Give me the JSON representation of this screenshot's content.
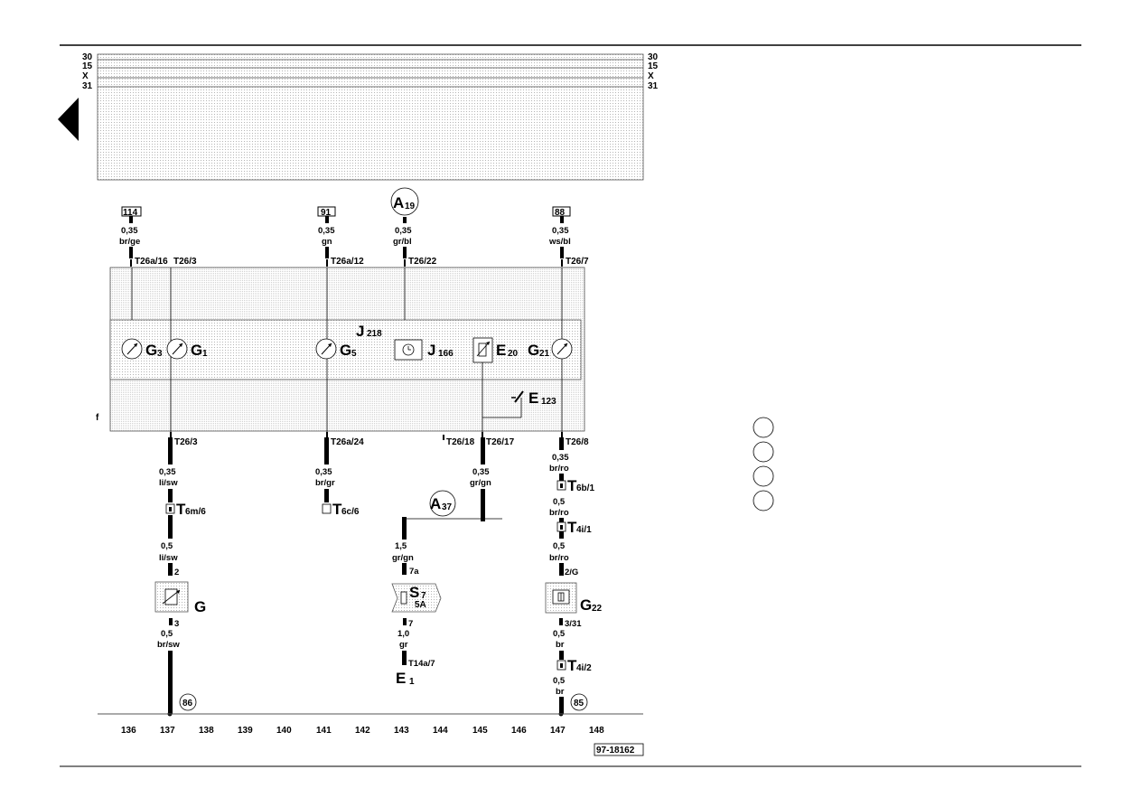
{
  "rails": {
    "left": [
      "30",
      "15",
      "X",
      "31"
    ],
    "right": [
      "30",
      "15",
      "X",
      "31"
    ]
  },
  "ref_boxes": {
    "r114": "114",
    "r91": "91",
    "r88": "88",
    "a19_letter": "A",
    "a19_sub": "19",
    "a37_letter": "A",
    "a37_sub": "37",
    "n86": "86",
    "n85": "85"
  },
  "top_wires": {
    "w1_size": "0,35",
    "w1_color": "br/ge",
    "w2_size": "0,35",
    "w2_color": "gn",
    "w3_size": "0,35",
    "w3_color": "gr/bl",
    "w4_size": "0,35",
    "w4_color": "ws/bl"
  },
  "top_pins": {
    "p1": "T26a/16",
    "p2": "T26/3",
    "p3": "T26a/12",
    "p4": "T26/22",
    "p5": "T26/7"
  },
  "components": {
    "j218_letter": "J",
    "j218_sub": "218",
    "g3_letter": "G",
    "g3_sub": "3",
    "g1_letter": "G",
    "g1_sub": "1",
    "g5_letter": "G",
    "g5_sub": "5",
    "j166_letter": "J",
    "j166_sub": "166",
    "e20_letter": "E",
    "e20_sub": "20",
    "g21_letter": "G",
    "g21_sub": "21",
    "e123_letter": "E",
    "e123_sub": "123",
    "f_label": "f",
    "g_letter": "G",
    "g22_letter": "G",
    "g22_sub": "22",
    "s7_letter": "S",
    "s7_sub": "7",
    "s7_rating": "5A",
    "e1_letter": "E",
    "e1_sub": "1"
  },
  "bottom_pins": {
    "p1": "T26/3",
    "p2": "T26a/24",
    "p3": "T26/18",
    "p4": "T26/17",
    "p5": "T26/8"
  },
  "left_branch": {
    "size1": "0,35",
    "color1": "li/sw",
    "conn1_letter": "T",
    "conn1_sub": "6m/6",
    "size2": "0,5",
    "color2": "li/sw",
    "pin_top": "2",
    "pin_bottom": "3",
    "size3": "0,5",
    "color3": "br/sw"
  },
  "mid_branch": {
    "size1": "0,35",
    "color1": "br/gr",
    "conn1_letter": "T",
    "conn1_sub": "6c/6"
  },
  "fuse_branch": {
    "size1": "0,35",
    "color1": "gr/gn",
    "size2": "1,5",
    "color2": "gr/gn",
    "pin_top": "7a",
    "pin_bottom": "7",
    "size3": "1,0",
    "color3": "gr",
    "conn": "T14a/7"
  },
  "right_branch": {
    "size1": "0,35",
    "color1": "br/ro",
    "conn1_letter": "T",
    "conn1_sub": "6b/1",
    "size2": "0,5",
    "color2": "br/ro",
    "conn2_letter": "T",
    "conn2_sub": "4i/1",
    "size3": "0,5",
    "color3": "br/ro",
    "pin_top": "2/G",
    "pin_bottom": "3/31",
    "size4": "0,5",
    "color4": "br",
    "conn3_letter": "T",
    "conn3_sub": "4i/2",
    "size5": "0,5",
    "color5": "br"
  },
  "track_numbers": [
    "136",
    "137",
    "138",
    "139",
    "140",
    "141",
    "142",
    "143",
    "144",
    "145",
    "146",
    "147",
    "148"
  ],
  "diagram_code": "97-18162"
}
